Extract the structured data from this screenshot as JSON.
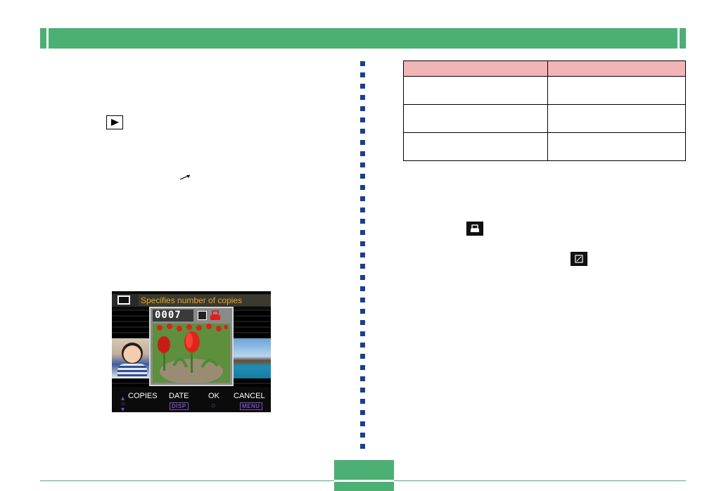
{
  "header": {
    "bar_color": "#4caf73"
  },
  "left_column": {
    "icons": {
      "play": "play-mode-icon",
      "arrow": "arrow-right-icon"
    },
    "screen": {
      "title": "Specifies number of copies",
      "counter": "0007",
      "date_icon": "date-stamp-icon",
      "print_icon": "print-icon",
      "bottom_labels": [
        "COPIES",
        "DATE",
        "OK",
        "CANCEL"
      ],
      "bottom_keys": [
        "DISP",
        "MENU"
      ]
    }
  },
  "right_column": {
    "table": {
      "rows": 4,
      "columns": 2,
      "header_color": "#f1b5b5"
    },
    "icons": {
      "print": "print-icon",
      "date": "date-stamp-icon"
    }
  },
  "separator": {
    "dot_color": "#1b3f8f"
  },
  "footer": {
    "accent": "#4caf73"
  }
}
